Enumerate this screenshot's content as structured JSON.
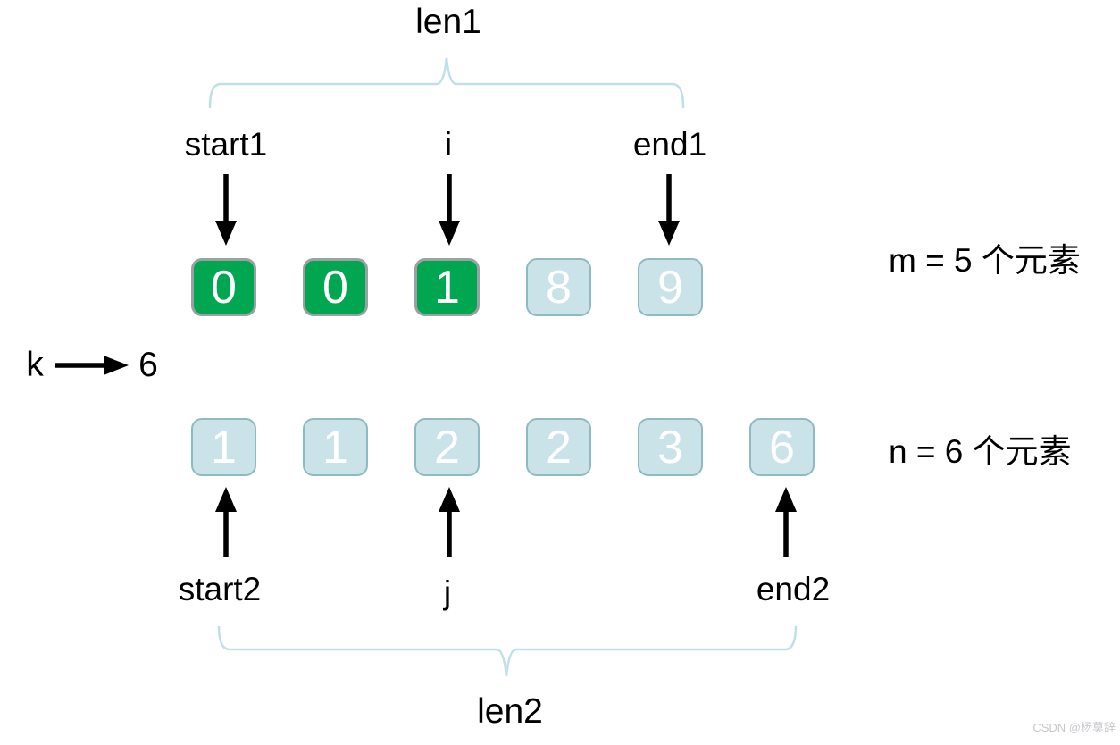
{
  "diagram": {
    "top": {
      "len_label": "len1",
      "pointers": [
        {
          "label": "start1"
        },
        {
          "label": "i"
        },
        {
          "label": "end1"
        }
      ]
    },
    "array1": {
      "cells": [
        {
          "value": "0",
          "state": "green"
        },
        {
          "value": "0",
          "state": "green"
        },
        {
          "value": "1",
          "state": "green"
        },
        {
          "value": "8",
          "state": "blue"
        },
        {
          "value": "9",
          "state": "blue"
        }
      ],
      "count_label": "m = 5 个元素"
    },
    "k_line": {
      "var": "k",
      "value": "6"
    },
    "array2": {
      "cells": [
        {
          "value": "1",
          "state": "blue"
        },
        {
          "value": "1",
          "state": "blue"
        },
        {
          "value": "2",
          "state": "blue"
        },
        {
          "value": "2",
          "state": "blue"
        },
        {
          "value": "3",
          "state": "blue"
        },
        {
          "value": "6",
          "state": "blue"
        }
      ],
      "count_label": "n = 6 个元素"
    },
    "bottom": {
      "pointers": [
        {
          "label": "start2"
        },
        {
          "label": "j"
        },
        {
          "label": "end2"
        }
      ],
      "len_label": "len2"
    },
    "watermark": "CSDN @杨莫辞"
  },
  "colors": {
    "cell_green_fill": "#00a650",
    "cell_green_border": "#9ba0a4",
    "cell_blue_fill": "#c9e3e8",
    "cell_blue_border": "#8fbac1",
    "cell_text": "#ffffff",
    "brace": "#bfdfe9",
    "arrow": "#000000",
    "label_text": "#000000",
    "watermark": "#c8c8cc"
  }
}
